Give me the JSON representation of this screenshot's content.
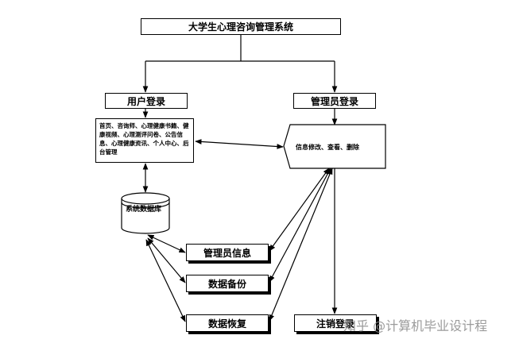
{
  "diagram": {
    "title": "大学生心理咨询管理系统",
    "user_login": "用户登录",
    "admin_login": "管理员登录",
    "user_features": "首页、咨询师、心理健康书籍、健康视频、心理测评问卷、公告信息、心理健康资讯、个人中心、后台管理",
    "admin_functions": "信息修改、查看、删除",
    "database": "系统数据库",
    "admin_info": "管理员信息",
    "data_backup": "数据备份",
    "data_restore": "数据恢复",
    "logout": "注销登录"
  },
  "watermark": "知乎 @计算机毕业设计程"
}
